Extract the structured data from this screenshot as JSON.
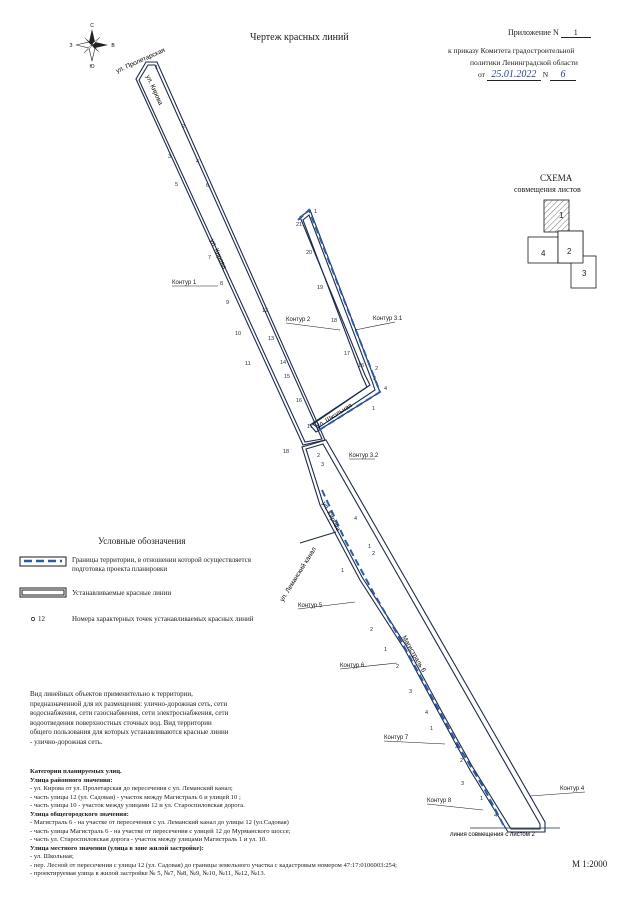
{
  "header": {
    "title": "Чертеж красных линий",
    "appendix_label": "Приложение N",
    "appendix_number": "1",
    "order_line1": "к приказу Комитета градостроительной",
    "order_line2": "политики Ленинградской области",
    "order_from": "от",
    "order_date": "25.01.2022",
    "order_no": "N",
    "order_number": "6"
  },
  "compass": {
    "n": "С",
    "s": "Ю",
    "w": "З",
    "e": "В"
  },
  "scheme": {
    "title": "СХЕМА",
    "subtitle": "совмещения листов",
    "sheets": [
      "1",
      "2",
      "3",
      "4"
    ]
  },
  "map_labels": {
    "streets": [
      "ул. Пролетарская",
      "ул. Кирова",
      "ул. Кирова",
      "ул. Кирова",
      "ул. Школьная",
      "ул. Леманский канал",
      "Магистраль 6"
    ],
    "contours": [
      "Контур 1",
      "Контур 2",
      "Контур 3.1",
      "Контур 3.2",
      "Контур 5",
      "Контур 6",
      "Контур 7",
      "Контур 8",
      "Контур 4"
    ],
    "sheet_line": "линия совмещения с листом 2",
    "contour1_points": [
      "1",
      "2",
      "3",
      "4",
      "5",
      "6",
      "7",
      "8",
      "9",
      "10",
      "11",
      "12",
      "13",
      "14",
      "15",
      "16",
      "17",
      "18"
    ],
    "contour2_points": [
      "1",
      "2",
      "3",
      "4",
      "5",
      "6",
      "7",
      "8",
      "9",
      "10",
      "11",
      "12",
      "13",
      "14",
      "15",
      "16",
      "17",
      "18",
      "19",
      "20",
      "21"
    ]
  },
  "legend": {
    "heading": "Условные обозначения",
    "items": [
      {
        "symbol": "dashed-line",
        "text1": "Границы территории, в отношении которой осуществляется",
        "text2": "подготовка проекта планировки"
      },
      {
        "symbol": "double-line",
        "text1": "Устанавливаемые красные линии",
        "text2": ""
      },
      {
        "symbol": "point",
        "marker": "12",
        "text1": "Номера характерных точек устанавливаемых красных линий",
        "text2": ""
      }
    ]
  },
  "description": "Вид линейных объектов применительно к территории, предназначенной для их размещения: улично-дорожная сеть, сети водоснабжения, сети газоснабжения, сети электроснабжения, сети водоотведения поверхностных сточных вод. Вид территории общего пользования для которых устанавливаются красные линии - улично-дорожная сеть.",
  "categories": {
    "heading": "Категории планируемых улиц.",
    "district_heading": "Улица районного значения:",
    "district": [
      "- ул. Кирова  от ул. Пролетарская   до  пересечения с ул. Леманский канал;",
      "- часть  улицы 12 (ул. Садовая) - участок между Магистраль 6 и улицей 10 ;",
      "- часть  улицы 10  - участок между улицами 12 и ул. Староспиловская дорога."
    ],
    "city_heading": "Улица общегородского значения:",
    "city": [
      "- Магистраль 6 - на участке от пересечения с ул. Леманский канал до  улицы 12 (ул.Садовая)",
      "- часть улицы Магистраль 6 - на участке от пересечения с улицей 12 до Мурманского шоссе;",
      "- часть  ул. Староспиловская дорога  - участок между улицами Магистраль 1 и ул. 10."
    ],
    "local_heading": "Улица местного значения (улица в зоне  жилой застройке):",
    "local": [
      "- ул. Школьная;",
      "- пер. Лесной от пересечения с улицы 12 (ул. Садовая) до границы земельного участка с кадастровым номером   47:17:0106003:254;",
      "- проектируемая улица  в жилой застройке № 5, №7, №8, №9, №10, №11, №12, №13."
    ]
  },
  "scale": "М 1:2000",
  "colors": {
    "line": "#1c2a4a",
    "boundary": "#2a5ba8",
    "ink": "#2a3f8f"
  }
}
